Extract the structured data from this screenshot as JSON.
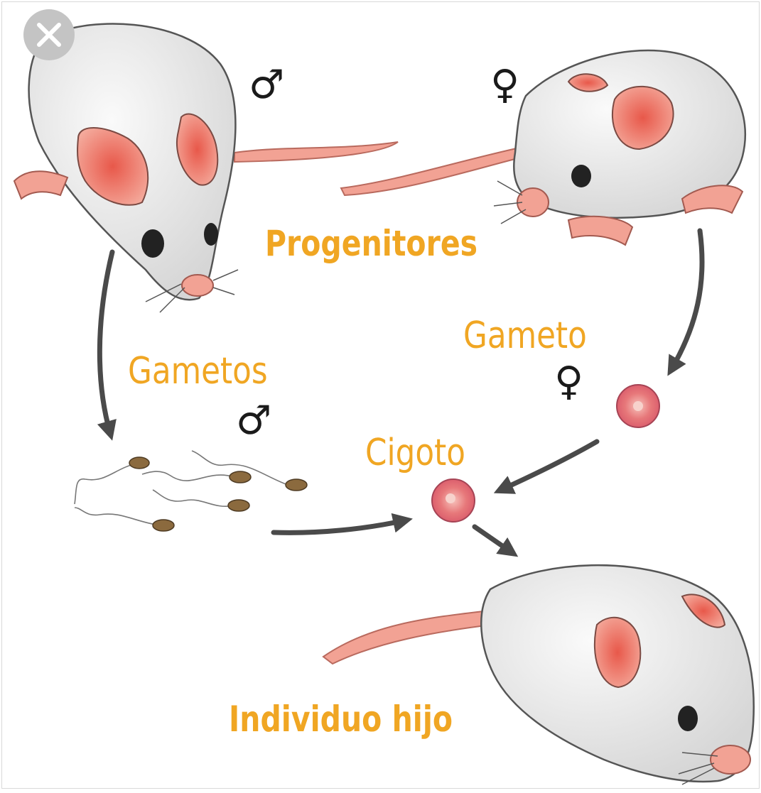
{
  "labels": {
    "parents": "Progenitores",
    "gametes": "Gametos",
    "female_gamete": "Gameto",
    "zygote": "Cigoto",
    "offspring": "Individuo hijo"
  },
  "symbols": {
    "male": "♂",
    "female": "♀"
  },
  "icons": {
    "close": "close-icon"
  },
  "colors": {
    "label": "#f0a623",
    "arrow": "#4a4a4a",
    "skin": "#f2a294",
    "fur": "#ececec"
  }
}
